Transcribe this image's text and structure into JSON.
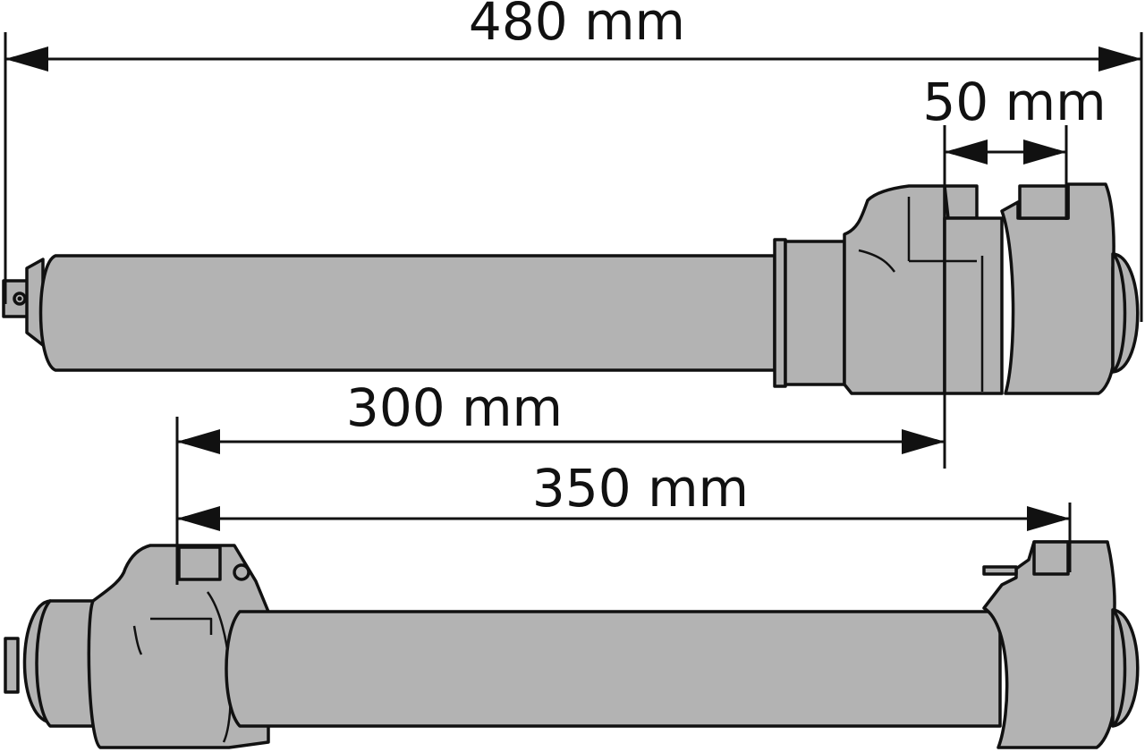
{
  "dimensions": {
    "total_length": "480 mm",
    "end_length": "50 mm",
    "inner_length": "300 mm",
    "span_length": "350 mm"
  },
  "colors": {
    "body": "#b3b3b3",
    "stroke": "#111111",
    "background": "#ffffff"
  }
}
